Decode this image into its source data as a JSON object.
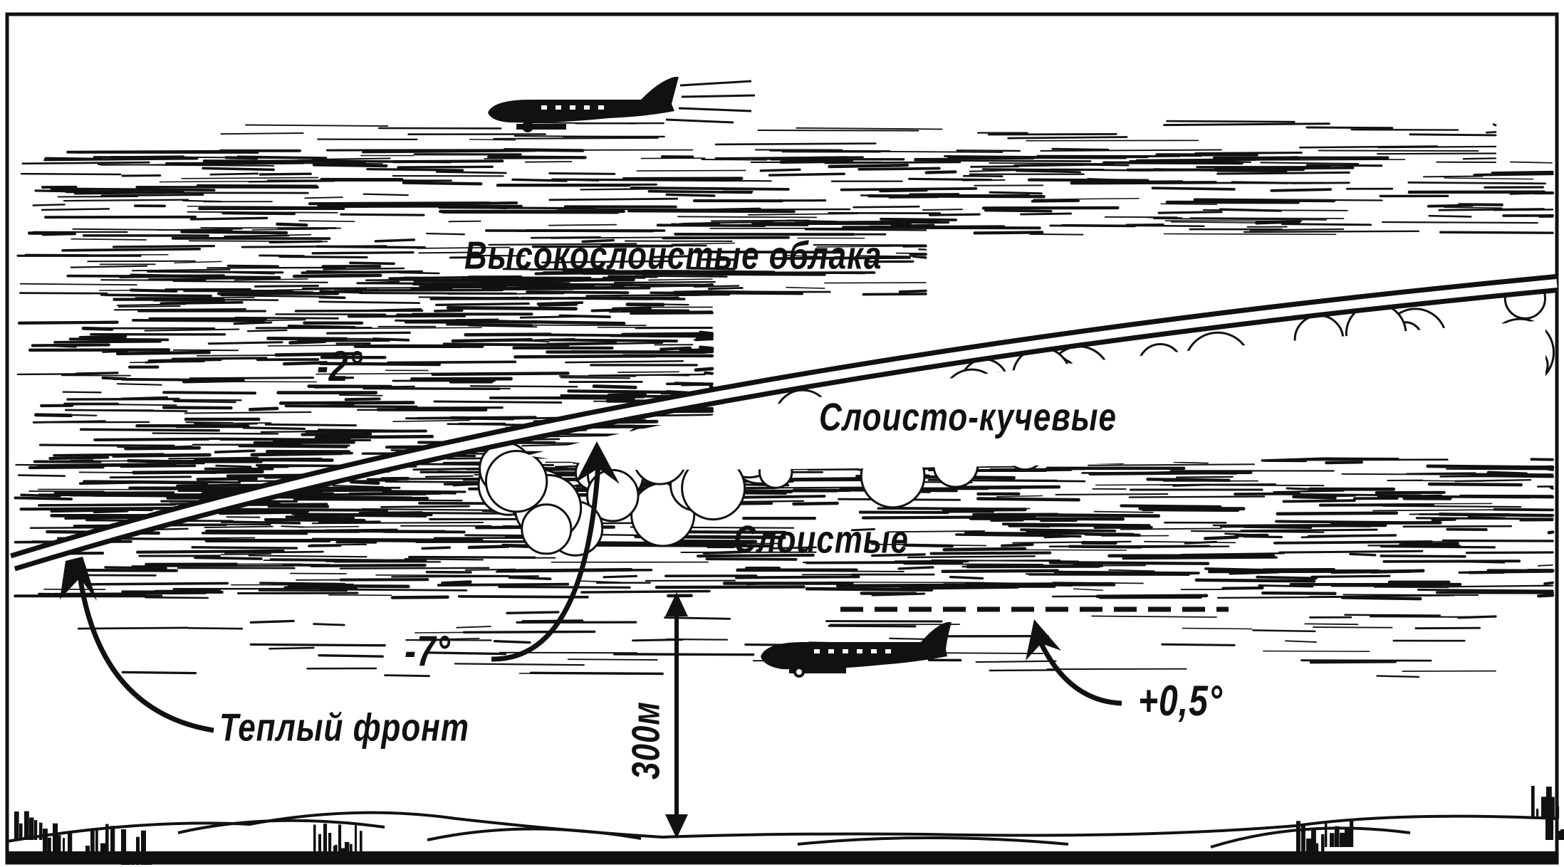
{
  "labels": {
    "altostratus": "Высокослоистые облака",
    "stratocumulus": "Слоисто-кучевые",
    "stratus": "Слоистые",
    "warm_front": "Теплый фронт",
    "altitude": "300м",
    "signature": "FC"
  },
  "temperatures": {
    "upper": "-2°",
    "front": "-7°",
    "lower": "+0,5°"
  },
  "icons": {
    "upper_plane": "airplane-icon",
    "lower_plane": "airplane-icon"
  },
  "colors": {
    "ink": "#111111",
    "paper": "#ffffff"
  }
}
